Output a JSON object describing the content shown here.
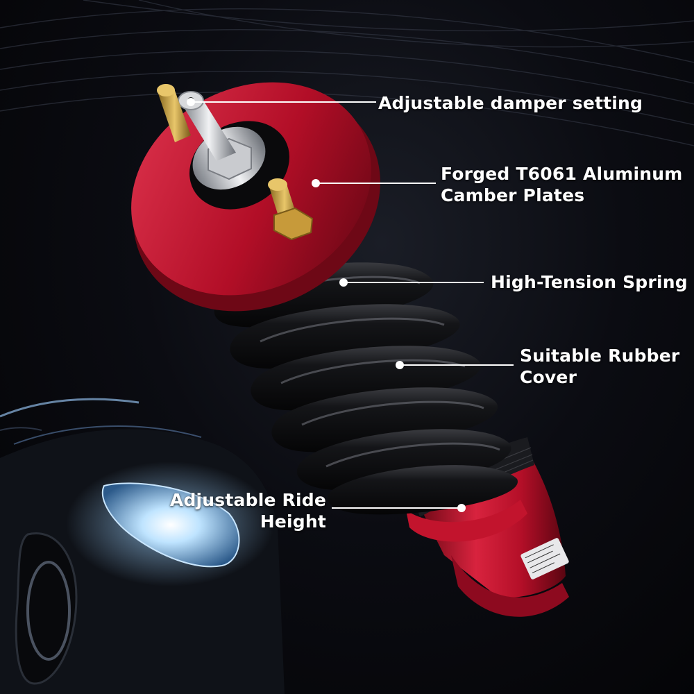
{
  "callouts": {
    "damper": {
      "lines": [
        "Adjustable damper setting"
      ]
    },
    "camber": {
      "lines": [
        "Forged T6061 Aluminum",
        "Camber Plates"
      ]
    },
    "spring": {
      "lines": [
        "High-Tension Spring"
      ]
    },
    "cover": {
      "lines": [
        "Suitable Rubber",
        "Cover"
      ]
    },
    "ride": {
      "lines": [
        "Adjustable Ride",
        "Height"
      ]
    }
  },
  "colors": {
    "accent_red": "#c8102e",
    "spring_black": "#0d0d0f",
    "label_white": "#ffffff",
    "headlight_blue": "#9fd3ff"
  }
}
